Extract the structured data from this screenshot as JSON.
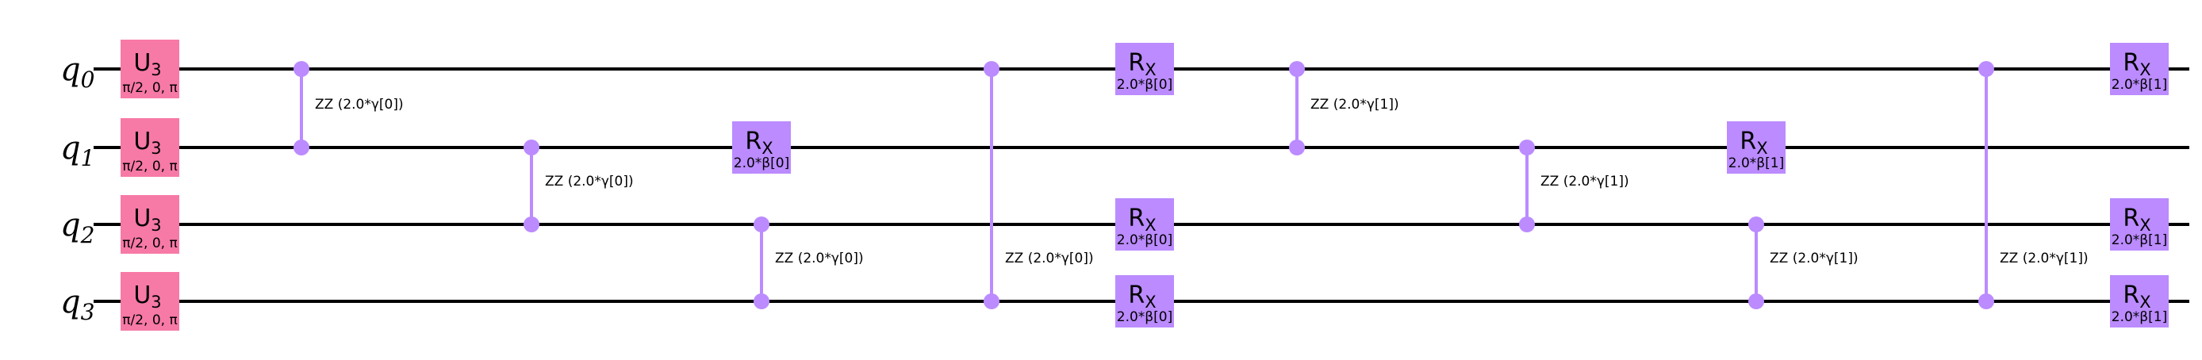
{
  "colors": {
    "u3_gate": "#f779a6",
    "rx_gate": "#bb8bff",
    "zz_connector": "#bb8bff",
    "wire": "#000000"
  },
  "qubits": [
    {
      "label": "q",
      "index": "0"
    },
    {
      "label": "q",
      "index": "1"
    },
    {
      "label": "q",
      "index": "2"
    },
    {
      "label": "q",
      "index": "3"
    }
  ],
  "u3_gates": [
    {
      "qubit": 0,
      "name": "U",
      "sub": "3",
      "params": "π/2, 0, π"
    },
    {
      "qubit": 1,
      "name": "U",
      "sub": "3",
      "params": "π/2, 0, π"
    },
    {
      "qubit": 2,
      "name": "U",
      "sub": "3",
      "params": "π/2, 0, π"
    },
    {
      "qubit": 3,
      "name": "U",
      "sub": "3",
      "params": "π/2, 0, π"
    }
  ],
  "zz_gates": [
    {
      "col": 0,
      "qubits": [
        0,
        1
      ],
      "label": "ZZ (2.0*γ[0])"
    },
    {
      "col": 1,
      "qubits": [
        1,
        2
      ],
      "label": "ZZ (2.0*γ[0])"
    },
    {
      "col": 2,
      "qubits": [
        2,
        3
      ],
      "label": "ZZ (2.0*γ[0])"
    },
    {
      "col": 3,
      "qubits": [
        0,
        3
      ],
      "label": "ZZ (2.0*γ[0])"
    },
    {
      "col": 5,
      "qubits": [
        0,
        1
      ],
      "label": "ZZ (2.0*γ[1])"
    },
    {
      "col": 6,
      "qubits": [
        1,
        2
      ],
      "label": "ZZ (2.0*γ[1])"
    },
    {
      "col": 7,
      "qubits": [
        2,
        3
      ],
      "label": "ZZ (2.0*γ[1])"
    },
    {
      "col": 8,
      "qubits": [
        0,
        3
      ],
      "label": "ZZ (2.0*γ[1])"
    }
  ],
  "rx_gates": [
    {
      "col": 2,
      "qubit": 1,
      "name": "R",
      "sub": "X",
      "params": "2.0*β[0]"
    },
    {
      "col": 4,
      "qubit": 0,
      "name": "R",
      "sub": "X",
      "params": "2.0*β[0]"
    },
    {
      "col": 4,
      "qubit": 2,
      "name": "R",
      "sub": "X",
      "params": "2.0*β[0]"
    },
    {
      "col": 4,
      "qubit": 3,
      "name": "R",
      "sub": "X",
      "params": "2.0*β[0]"
    },
    {
      "col": 7,
      "qubit": 1,
      "name": "R",
      "sub": "X",
      "params": "2.0*β[1]"
    },
    {
      "col": 9,
      "qubit": 0,
      "name": "R",
      "sub": "X",
      "params": "2.0*β[1]"
    },
    {
      "col": 9,
      "qubit": 2,
      "name": "R",
      "sub": "X",
      "params": "2.0*β[1]"
    },
    {
      "col": 9,
      "qubit": 3,
      "name": "R",
      "sub": "X",
      "params": "2.0*β[1]"
    }
  ]
}
